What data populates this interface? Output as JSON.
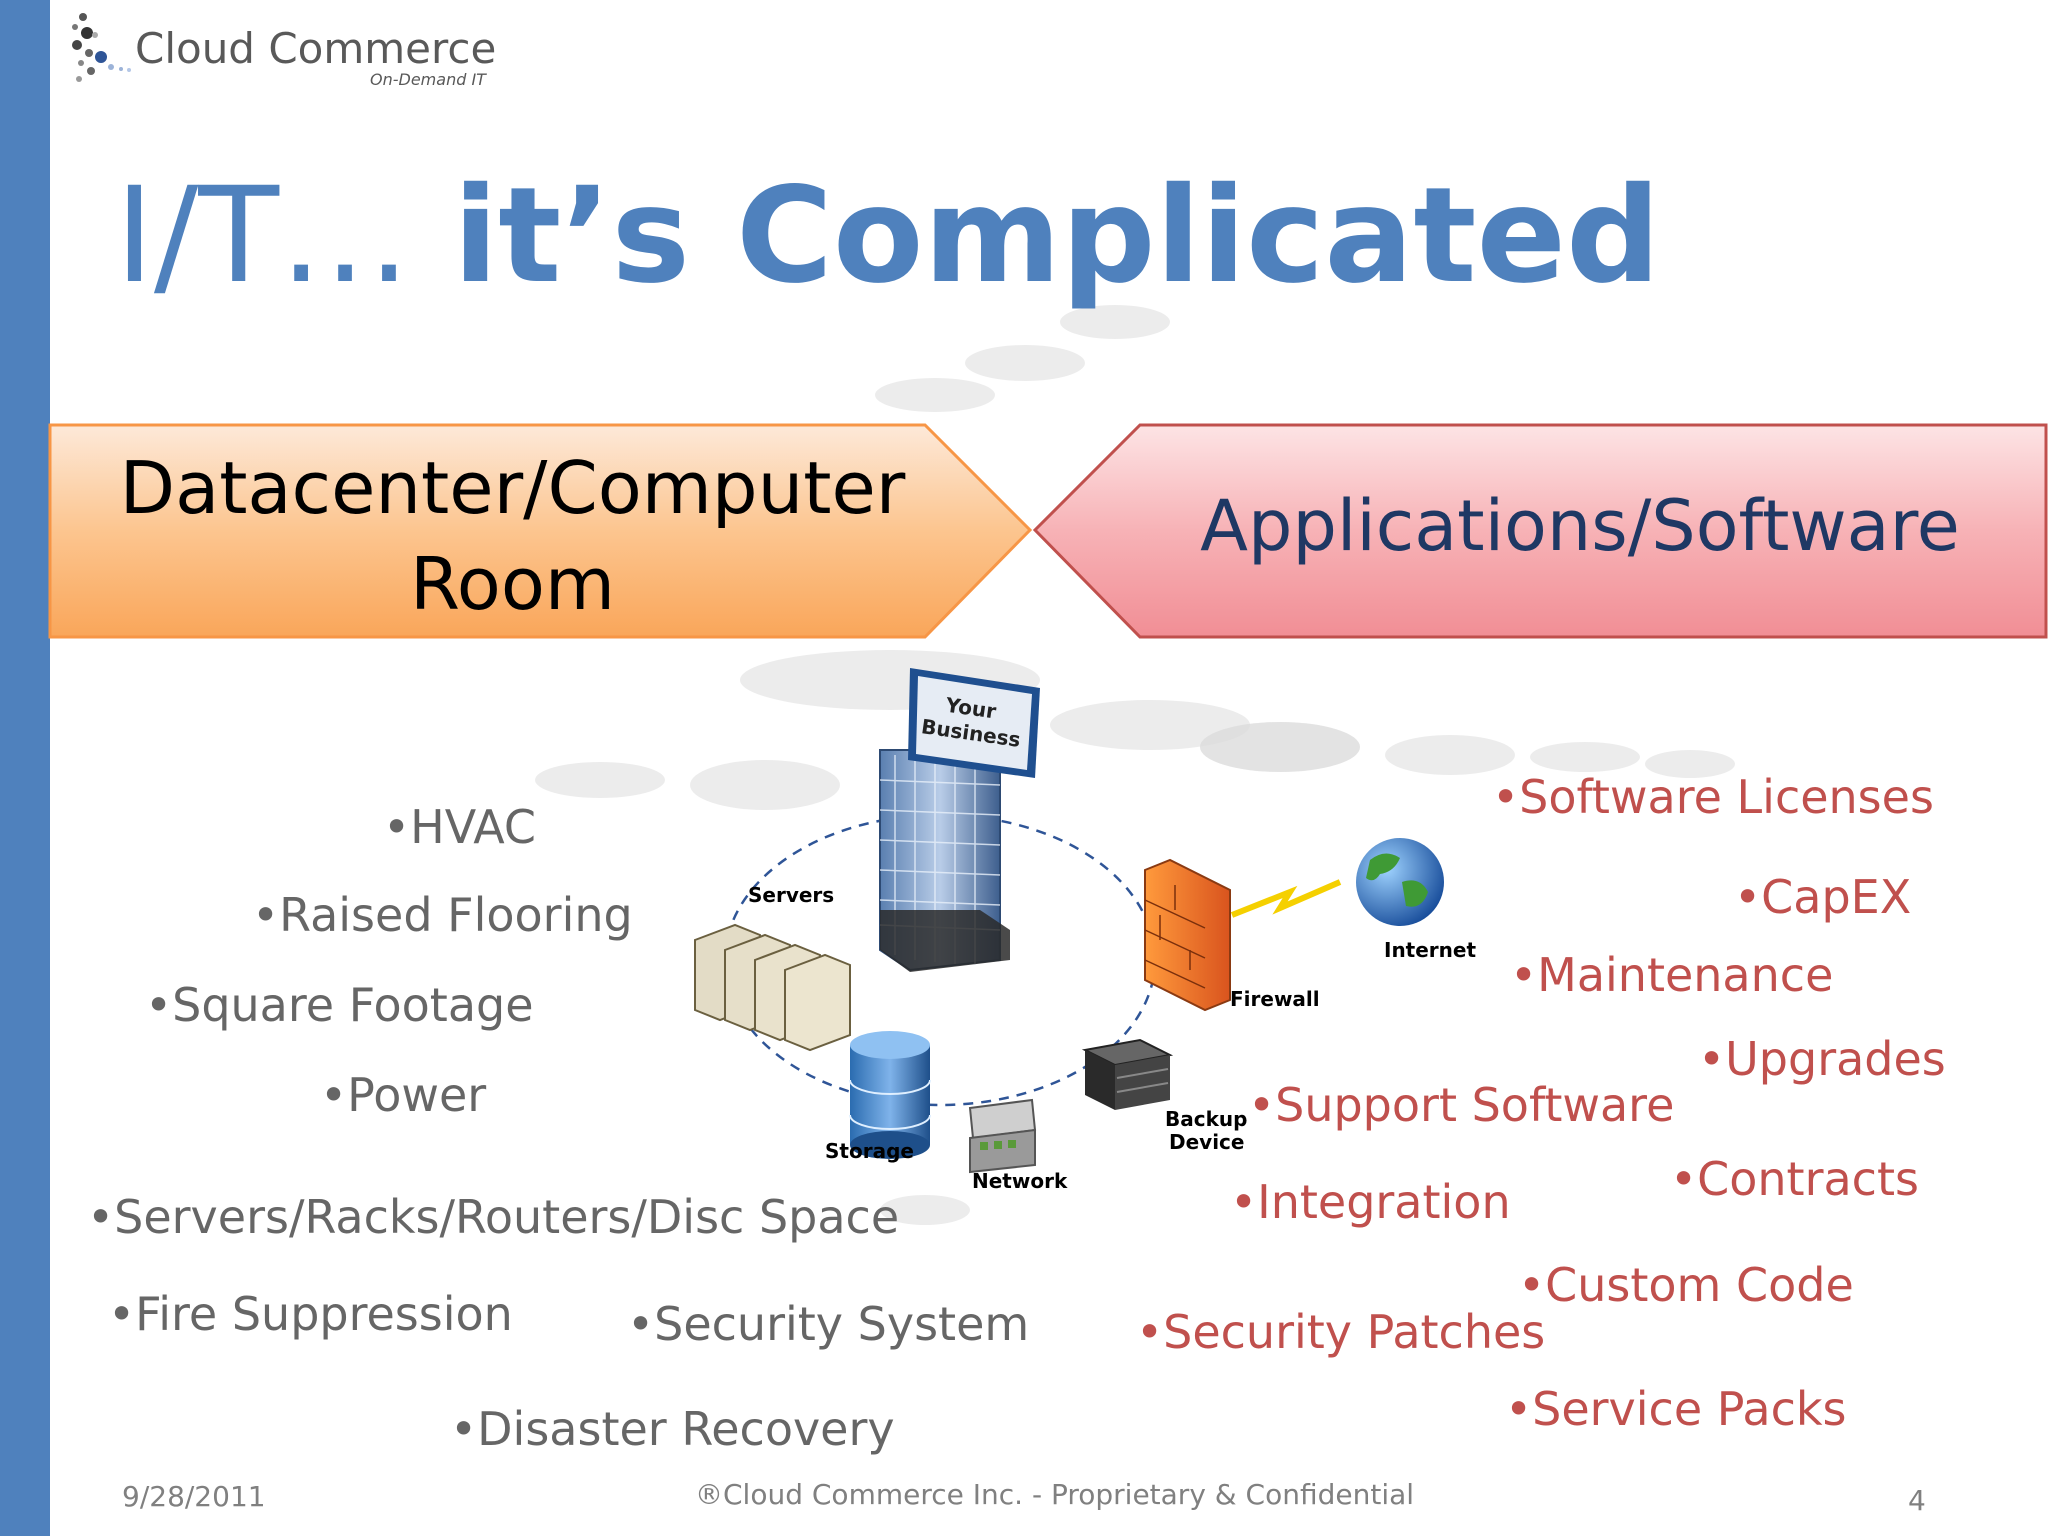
{
  "logo": {
    "name": "Cloud Commerce",
    "tagline": "On-Demand IT"
  },
  "title": {
    "light": "I/T… ",
    "bold": "it’s Complicated"
  },
  "banners": {
    "left": {
      "line1": "Datacenter/Computer",
      "line2": "Room"
    },
    "right": {
      "label": "Applications/Software"
    }
  },
  "diagram": {
    "sign": {
      "line1": "Your",
      "line2": "Business"
    },
    "labels": {
      "servers": "Servers",
      "internet": "Internet",
      "firewall": "Firewall",
      "storage": "Storage",
      "network": "Network",
      "backup_line1": "Backup",
      "backup_line2": "Device"
    }
  },
  "left_items": {
    "hvac": "•HVAC",
    "raised": "•Raised Flooring",
    "square": "•Square Footage",
    "power": "•Power",
    "servers": "•Servers/Racks/Routers/Disc Space",
    "fire": "•Fire Suppression",
    "security": "•Security System",
    "disaster": "•Disaster Recovery"
  },
  "right_items": {
    "licenses": "•Software Licenses",
    "capex": "•CapEX",
    "maintenance": "•Maintenance",
    "upgrades": "•Upgrades",
    "support": "•Support Software",
    "contracts": "•Contracts",
    "integration": "•Integration",
    "custom": "•Custom Code",
    "patches": "•Security Patches",
    "packs": "•Service Packs"
  },
  "footer": {
    "date": "9/28/2011",
    "copyright": "®Cloud Commerce Inc. - Proprietary & Confidential",
    "page": "4"
  },
  "colors": {
    "accent_blue": "#4f81bd",
    "orange_banner": "#fbbf80",
    "red_banner": "#f5a3a8",
    "text_red": "#c0504d",
    "text_gray": "#666666"
  }
}
